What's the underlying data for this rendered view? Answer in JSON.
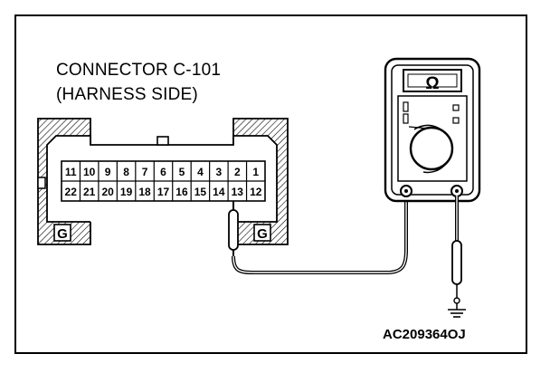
{
  "diagram": {
    "connector_title": "CONNECTOR C-101",
    "connector_subtitle": "(HARNESS SIDE)",
    "figure_id": "AC209364OJ",
    "meter_symbol": "Ω",
    "ground_mark": "G",
    "pins_top": [
      "11",
      "10",
      "9",
      "8",
      "7",
      "6",
      "5",
      "4",
      "3",
      "2",
      "1"
    ],
    "pins_bottom": [
      "22",
      "21",
      "20",
      "19",
      "18",
      "17",
      "16",
      "15",
      "14",
      "13",
      "12"
    ],
    "probe_pin": "13",
    "icons": [
      "ohmmeter-icon",
      "ground-symbol-icon",
      "test-probe-icon"
    ]
  }
}
